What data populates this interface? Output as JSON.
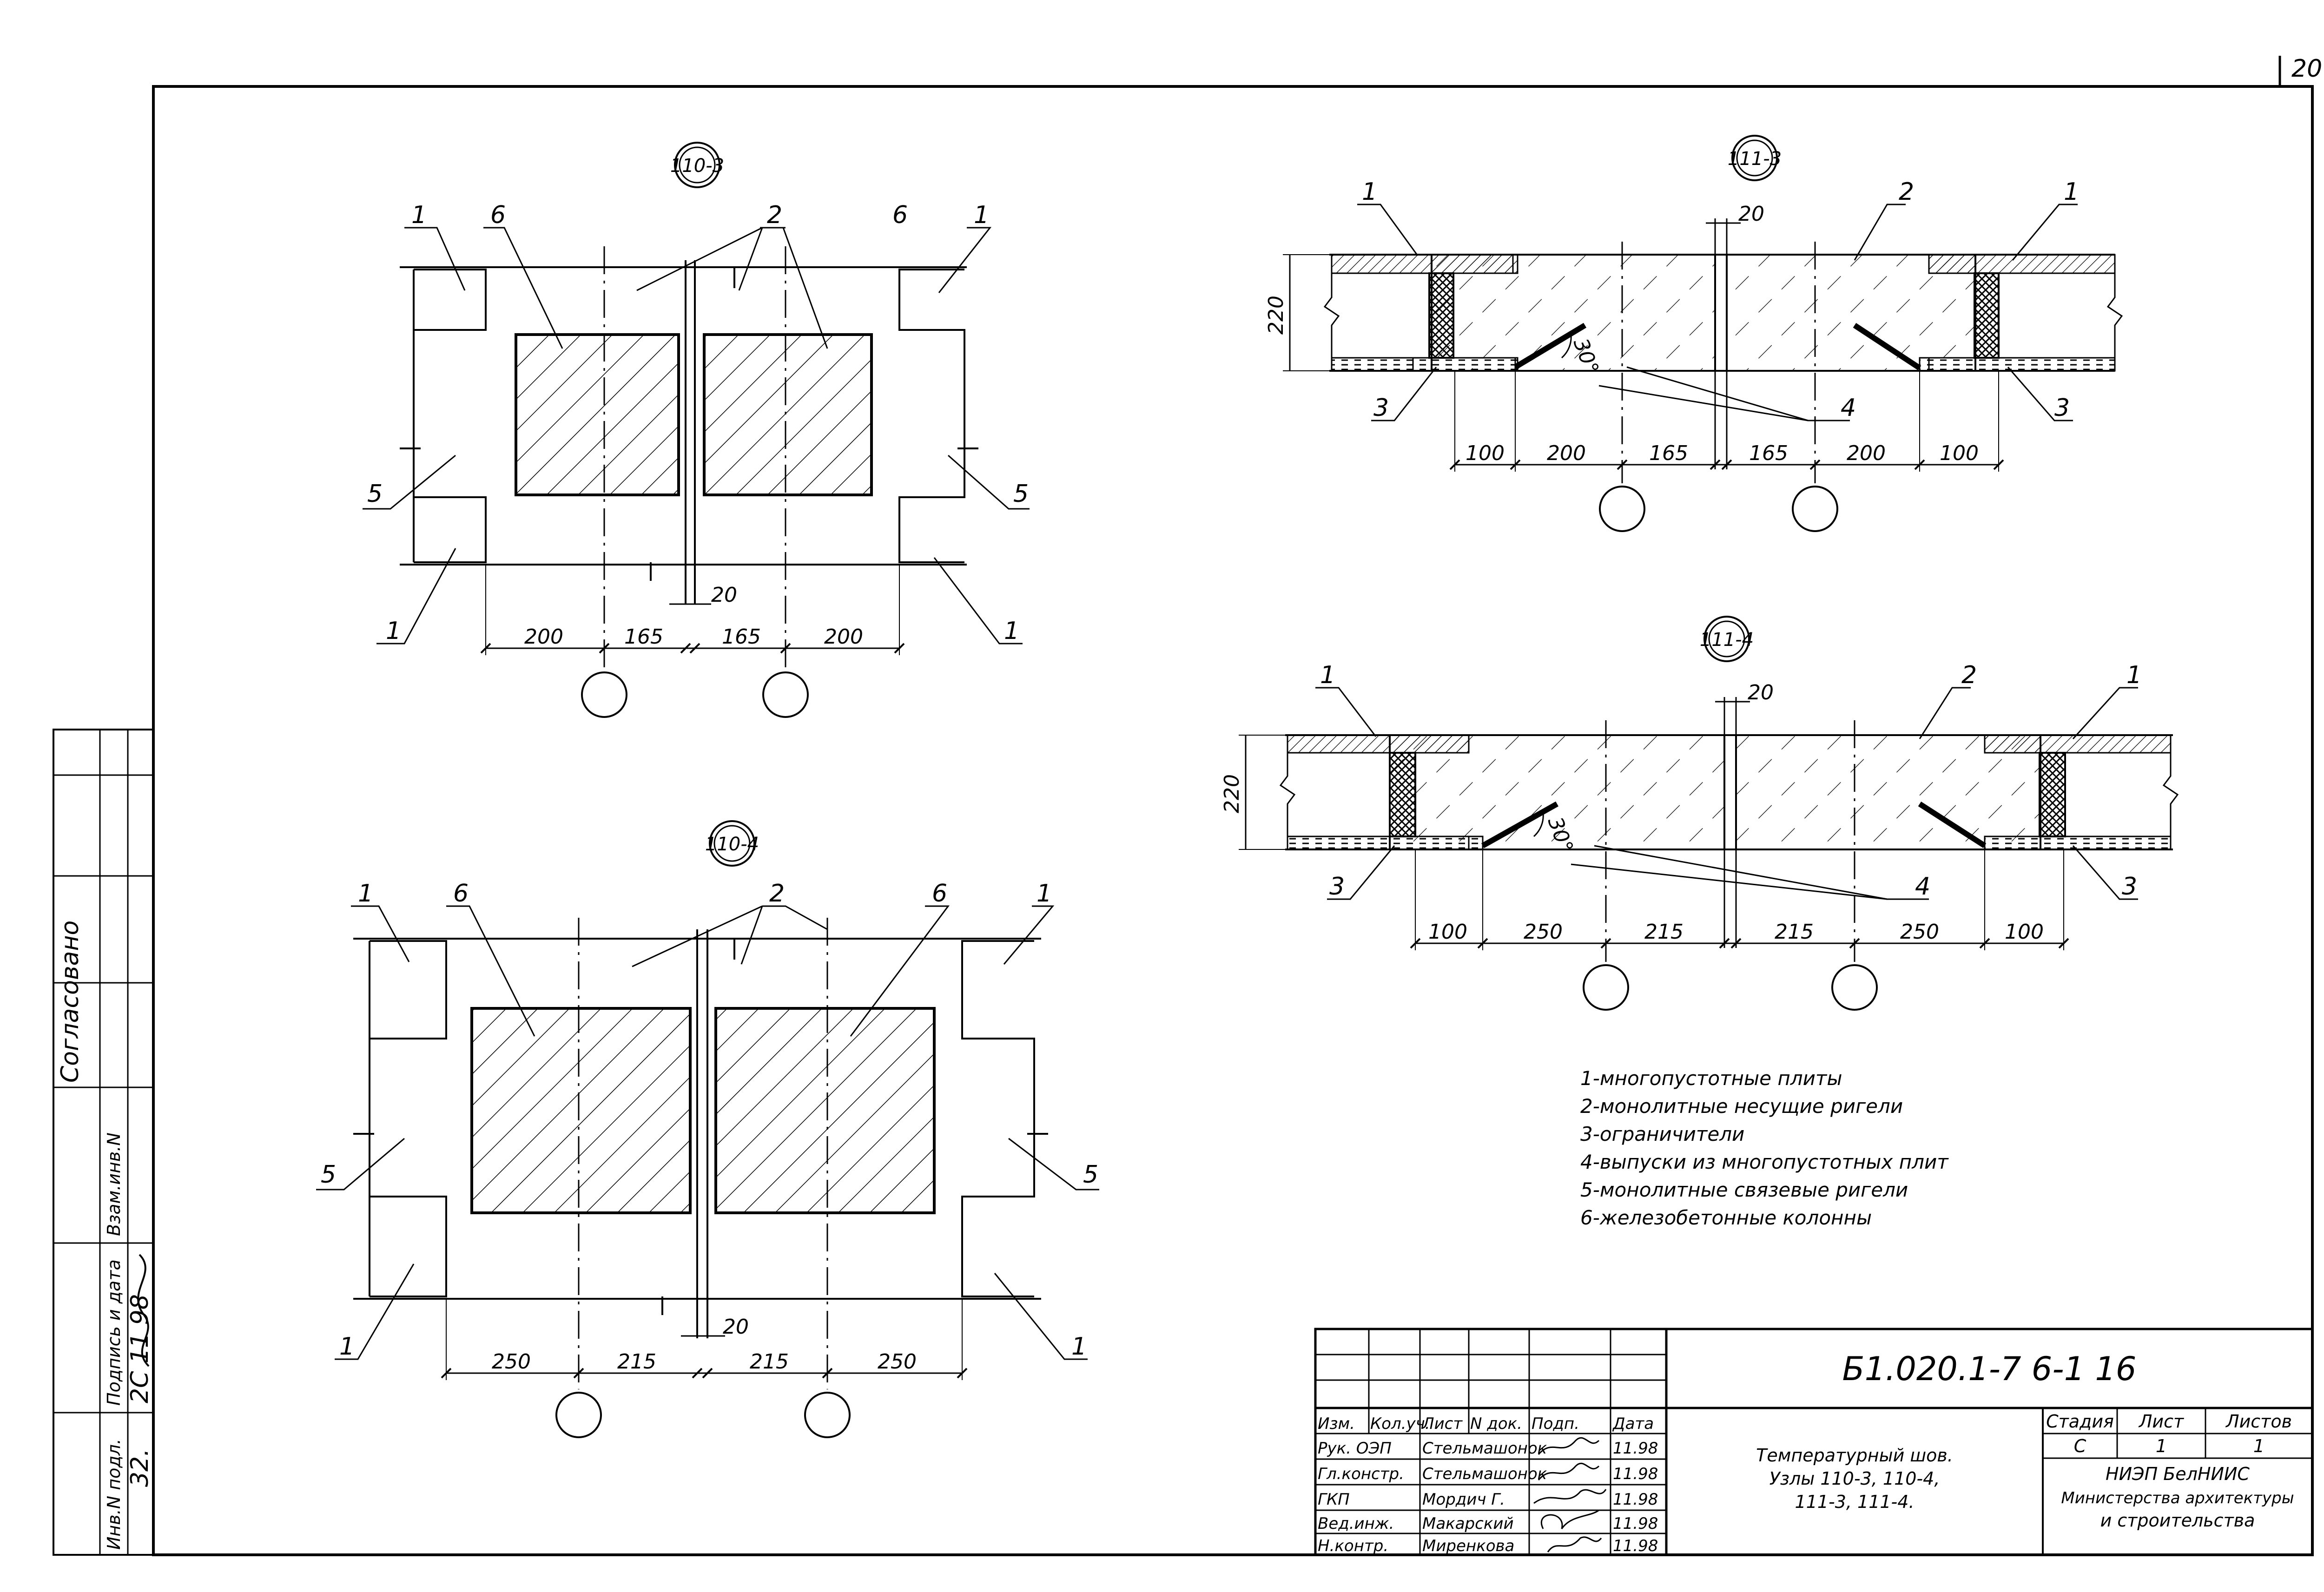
{
  "sheet_number": "20",
  "side_stamp": {
    "agreed": "Согласовано",
    "inv_no_label": "Инв.N подл.",
    "sign_date_label": "Подпись и дата",
    "replace_label": "Взам.инв.N",
    "inv_no_value": "32.",
    "sign_date_value": "2С 11 98 "
  },
  "nodes": {
    "n110_3": {
      "title": "110-3",
      "labels": {
        "slab": "1",
        "beam": "2",
        "tie": "5",
        "col": "6"
      },
      "dims": {
        "a": "200",
        "b": "165",
        "gap": "20",
        "c": "165",
        "d": "200"
      }
    },
    "n110_4": {
      "title": "110-4",
      "labels": {
        "slab": "1",
        "beam": "2",
        "tie": "5",
        "col": "6"
      },
      "dims": {
        "a": "250",
        "b": "215",
        "gap": "20",
        "c": "215",
        "d": "250"
      }
    },
    "n111_3": {
      "title": "111-3",
      "labels": {
        "slab": "1",
        "beam": "2",
        "stop": "3",
        "bar": "4"
      },
      "height": "220",
      "angle": "30°",
      "dims": {
        "a": "100",
        "b": "200",
        "c": "165",
        "gap": "20",
        "d": "165",
        "e": "200",
        "f": "100"
      }
    },
    "n111_4": {
      "title": "111-4",
      "labels": {
        "slab": "1",
        "beam": "2",
        "stop": "3",
        "bar": "4"
      },
      "height": "220",
      "angle": "30°",
      "dims": {
        "a": "100",
        "b": "250",
        "c": "215",
        "gap": "20",
        "d": "215",
        "e": "250",
        "f": "100"
      }
    }
  },
  "legend": [
    "1-многопустотные плиты",
    "2-монолитные несущие ригели",
    "3-ограничители",
    "4-выпуски из многопустотных плит",
    "5-монолитные связевые ригели",
    "6-железобетонные колонны"
  ],
  "title_block": {
    "doc_code": "Б1.020.1-7 6-1 16",
    "header": {
      "izm": "Изм.",
      "kol": "Кол.уч.",
      "list": "Лист",
      "ndok": "N док.",
      "podp": "Подп.",
      "data": "Дата"
    },
    "rows": [
      {
        "role": "Рук. ОЭП",
        "name": "Стельмашонок",
        "date": "11.98"
      },
      {
        "role": "Гл.констр.",
        "name": "Стельмашонок",
        "date": "11.98"
      },
      {
        "role": "ГКП",
        "name": "Мордич Г.",
        "date": "11.98"
      },
      {
        "role": "Вед.инж.",
        "name": "Макарский",
        "date": "11.98"
      },
      {
        "role": "Н.контр.",
        "name": "Миренкова",
        "date": "11.98"
      }
    ],
    "title_lines": [
      "Температурный шов.",
      "Узлы 110-3, 110-4,",
      "111-3, 111-4."
    ],
    "stage_label": "Стадия",
    "sheet_label": "Лист",
    "sheets_label": "Листов",
    "stage": "С",
    "sheet": "1",
    "sheets": "1",
    "org_lines": [
      "НИЭП БелНИИС",
      "Министерства архитектуры",
      "и строительства"
    ]
  }
}
